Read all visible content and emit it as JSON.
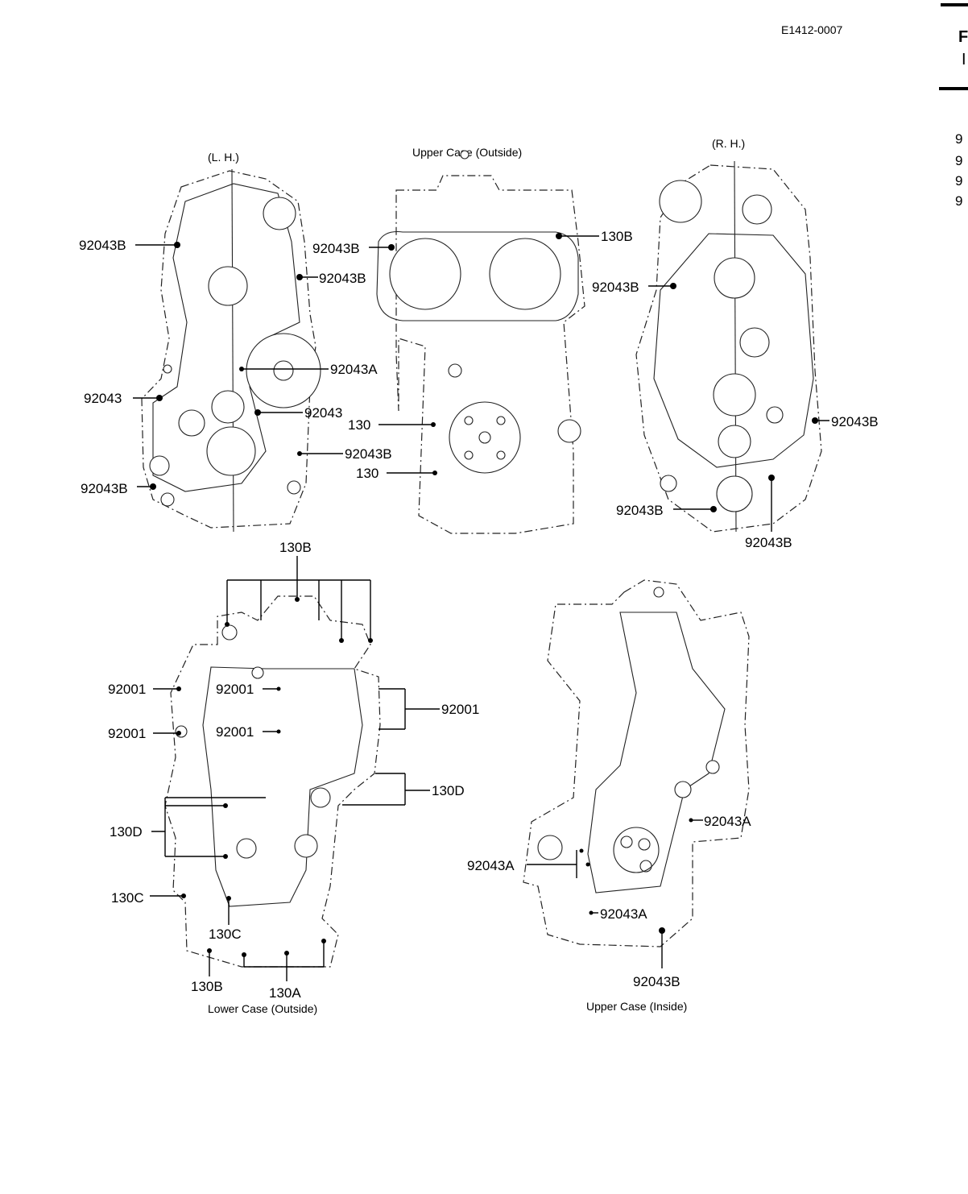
{
  "header": {
    "doc_number": "E1412-0007",
    "margin_fragments": [
      "F",
      "I"
    ],
    "margin_numbers": [
      "9",
      "9",
      "9",
      "9"
    ]
  },
  "views": {
    "lh": {
      "caption": "(L. H.)",
      "labels": [
        "92043B",
        "92043B",
        "92043A",
        "92043",
        "92043",
        "92043B",
        "92043B"
      ]
    },
    "upper_outside": {
      "caption": "Upper Case (Outside)",
      "labels": [
        "92043B",
        "130B",
        "130",
        "130"
      ]
    },
    "rh": {
      "caption": "(R. H.)",
      "labels": [
        "92043B",
        "92043B",
        "92043B",
        "92043B"
      ]
    },
    "lower_outside": {
      "caption": "Lower Case (Outside)",
      "labels": [
        "130B",
        "92001",
        "92001",
        "92001",
        "92001",
        "92001",
        "130D",
        "130D",
        "130C",
        "130C",
        "130B",
        "130A"
      ]
    },
    "upper_inside": {
      "caption": "Upper Case (Inside)",
      "labels": [
        "92043A",
        "92043A",
        "92043A",
        "92043B"
      ]
    }
  }
}
